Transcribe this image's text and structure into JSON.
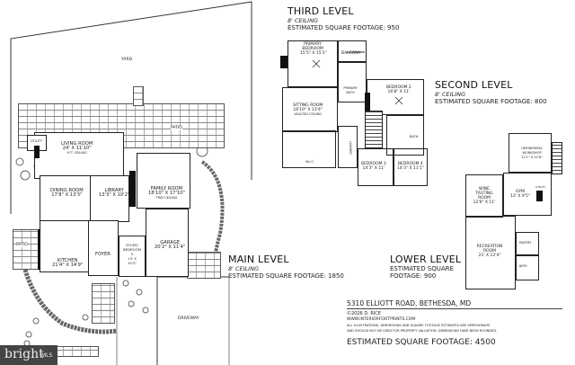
{
  "levels": {
    "third": {
      "title": "THIRD LEVEL",
      "ceiling": "8' CEILING",
      "sqft": "ESTIMATED SQUARE FOOTAGE: 950"
    },
    "second": {
      "title": "SECOND LEVEL",
      "ceiling": "8' CEILING",
      "sqft": "ESTIMATED SQUARE FOOTAGE: 800"
    },
    "main": {
      "title": "MAIN LEVEL",
      "ceiling": "8' CEILING",
      "sqft": "ESTIMATED SQUARE FOOTAGE: 1850"
    },
    "lower": {
      "title": "LOWER LEVEL",
      "sqft_line1": "ESTIMATED SQUARE",
      "sqft_line2": "FOOTAGE: 900"
    }
  },
  "main_rooms": {
    "yard": "YARD",
    "patio_top": "PATIO",
    "utility": "UTILITY",
    "living": {
      "name": "LIVING ROOM",
      "dims": "24' X 11'10\"",
      "note": "9'7\" CEILING"
    },
    "dining": {
      "name": "DINING ROOM",
      "dims": "17'8\" X 13'3\""
    },
    "library": {
      "name": "LIBRARY",
      "dims": "13'3\" X 10'2\""
    },
    "family": {
      "name": "FAMILY ROOM",
      "dims": "18'10\" X 17'10\"",
      "note": "TRAY CEILING"
    },
    "patio_left": "PATIO",
    "kitchen": {
      "name": "KITCHEN",
      "dims": "21'4\" X 14'9\""
    },
    "foyer": "FOYER",
    "study": {
      "name": "STUDY/ BEDROOM 5",
      "dims": "13' X 10'2\""
    },
    "garage": {
      "name": "GARAGE",
      "dims": "20'2\" X 11'4\""
    },
    "driveway": "DRIVEWAY"
  },
  "third_rooms": {
    "primary_bedroom": {
      "name": "PRIMARY BEDROOM",
      "dims": "15'5\" X 15'1\""
    },
    "balcony": "BALCONY",
    "primary_bath": "PRIMARY BATH",
    "sitting": {
      "name": "SITTING ROOM",
      "dims": "16'10\" X 13'4\"",
      "note": "VAULTED CEILING"
    },
    "wic": "W.I.C.",
    "laundry": "LAUNDRY"
  },
  "second_rooms": {
    "bedroom2": {
      "name": "BEDROOM 2",
      "dims": "16'8\" X 11'"
    },
    "bath": "BATH",
    "bedroom3": {
      "name": "BEDROOM 3",
      "dims": "14'3\" X 11'"
    },
    "bedroom4": {
      "name": "BEDROOM 4",
      "dims": "14'3\" X 11'1\""
    }
  },
  "lower_rooms": {
    "workshop": {
      "name": "UNFINISHED/ WORKSHOP",
      "dims": "12'1\" X 11'8\""
    },
    "wine": {
      "name": "WINE TASTING ROOM",
      "dims": "12'9\" X 11'"
    },
    "gym": {
      "name": "GYM",
      "dims": "13' X 9'5\""
    },
    "utility": "UTILITY",
    "recreation": {
      "name": "RECREATION ROOM",
      "dims": "21' X 12'4\""
    },
    "pantry": "PANTRY",
    "bath": "BATH"
  },
  "footer": {
    "address": "5310 ELLIOTT ROAD, BETHESDA, MD",
    "copyright": "©2026 D. RICE",
    "website": "WWW.INTERIORFOOTPRINTS.COM",
    "disclaimer1": "ALL ILLUSTRATIONS, DIMENSIONS AND SQUARE FOOTAGE ESTIMATES ARE APPROXIMATE",
    "disclaimer2": "AND  SHOULD NOT BE USED FOR PROPERTY VALUATION. DIMENSIONS HAVE BEEN ROUNDED.",
    "total": "ESTIMATED SQUARE FOOTAGE: 4500"
  },
  "watermark": {
    "brand": "bright",
    "suffix": "MLS"
  }
}
